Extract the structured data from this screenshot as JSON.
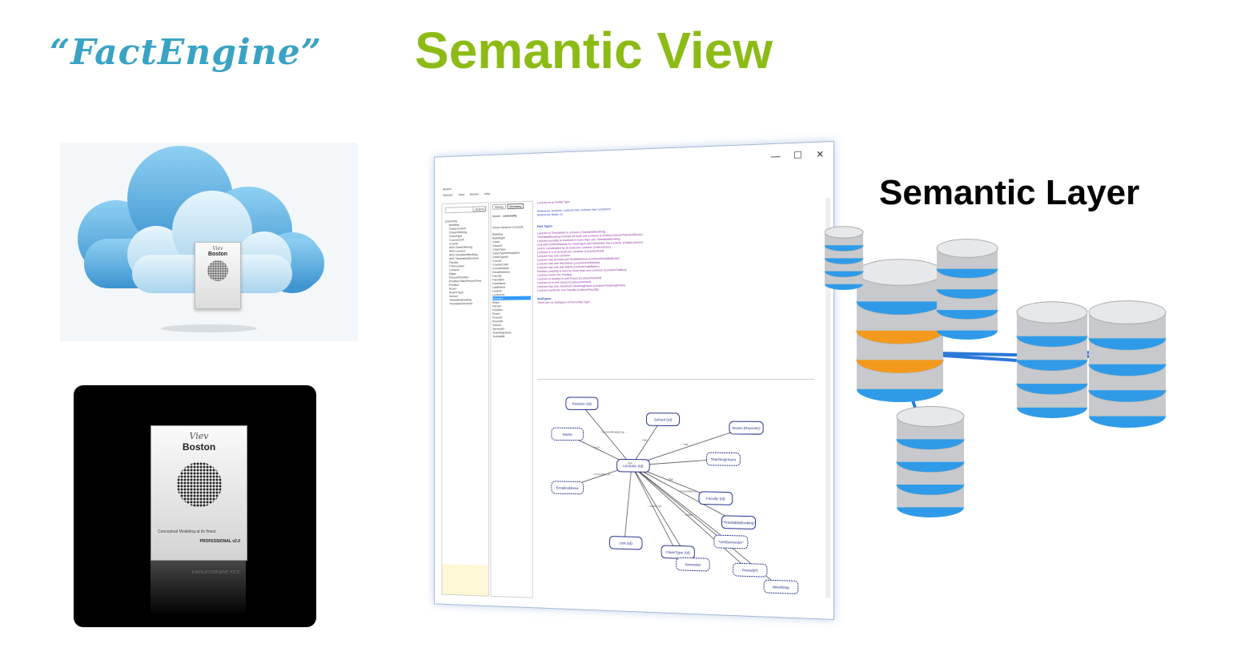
{
  "header": {
    "logo_text": "“FactEngine”",
    "title": "Semantic View",
    "semantic_layer": "Semantic Layer"
  },
  "product": {
    "brand": "Viev",
    "name": "Boston",
    "tagline": "Conceptual Modeling at its finest",
    "edition": "PROFESSIONAL v2.0"
  },
  "app_window": {
    "title": "Boston",
    "menu": [
      "Session",
      "View",
      "Boston",
      "Help"
    ],
    "tabs": [
      "Startup",
      "Glossary"
    ],
    "model_label": "Model",
    "model_value": "University",
    "search_button": "Search",
    "show_general_concepts": "Show General Concepts",
    "tree_root": "University",
    "tree_items": [
      "Building",
      "Class/Lecture",
      "Class/Offering",
      "ClassType",
      "Course/Unit",
      "Course",
      "IRIS ClassOffering",
      "IRIS Lecturer",
      "IRIS TimetableBooking",
      "IRIS TimetableStructure",
      "Faculty",
      "FTE/Lecture",
      "Lecturer",
      "Major",
      "Person/Position",
      "Position/Title/Person/Time",
      "Position",
      "Room",
      "Room/Type",
      "School",
      "TimetableBooking",
      "TimetableStructure"
    ],
    "glossary_items": [
      "Building",
      "BuildingId",
      "Class",
      "ClassId",
      "ClassType",
      "ClassTypeDescription",
      "ClassTypeId",
      "Course",
      "CourseCode",
      "CourseName",
      "EmailAddress",
      "Faculty",
      "FacultyId",
      "FirstName",
      "LastName",
      "Lecture",
      "LectureId",
      "Lecturer",
      "Major",
      "Person",
      "Position",
      "Room",
      "RoomId",
      "RoomNr",
      "School",
      "Semester",
      "TeachingHours",
      "Timetable"
    ],
    "selected_item": "Lecturer",
    "glossary_text": {
      "heading": "Lecturer is an Entity Type.",
      "ref_scheme": "Reference Scheme: Lecturer has Lecturer has LecturerId",
      "ref_mode": "Reference Mode: Id",
      "fact_types_label": "Fact Types:",
      "fact_types": [
        "Lecturer is Timetabled in a Room (TimetableBooking)",
        "TimetableBooking involves at most one Lecturer (LecturerLecturerTimeSlotRoom)",
        "Lecturer possibly is involved in more than one TimetableBooking",
        "Unit with Unit/Instances for ClassType and Semester has Lecturer (ClassLecturer)",
        "Unit is coordinated by at most one Lecturer (UnitLecturer)",
        "Lecturer is a of at most one Lecturer (LecturerHead)",
        "Lecturer has one Lecturer",
        "Lecturer has at most one EmailAddress (LecturerEmailAddress)",
        "Lecturer has one first-Name (LecturerFirstName)",
        "Lecturer has one last-Name (LecturerLastName)",
        "Position possibly is held by more than one Lecturer (LecturerPosition)",
        "Lecturer holds one Position",
        "Lecturer is located in one Room (LecturerRoomId)",
        "Lecturer is in one School (LecturerSchool)",
        "Lecturer has one maximum-TeachingHours (LecturerTeachingHours)",
        "Lecturer works for one Faculty (LecturerFaculty)"
      ],
      "subtypes_label": "SubTypes:",
      "subtypes_text": "There are no Subtypes of the Entity Type."
    },
    "diagram_nodes": [
      "Position (Id)",
      "Name",
      "School (Id)",
      "Room (RoomNr)",
      "Lecturer (Id)",
      "EmailAddress",
      "TeachingHours",
      "Faculty (Id)",
      "Unit (Id)",
      "ClassType (Id)",
      "Semester",
      "Period(#)",
      "WeekDay",
      "\"TimetableBooking\"",
      "\"UnitSemester\""
    ],
    "diagram_roles": [
      "... is in ...",
      "... has ...",
      "... is located in ...",
      "... has ...",
      "... works for ...",
      "... holds ...",
      "... is involved in ...",
      "... is coordinated by ...",
      "... has ...",
      "... has ..."
    ]
  },
  "colors": {
    "logo": "#3aa3c4",
    "title_green": "#8dbb16",
    "cloud_blue": "#58aedd",
    "db_silver": "#c7c9cc",
    "db_blue_ring": "#2f9be8",
    "db_orange_ring": "#f39a1c",
    "link_blue": "#2b79d8"
  },
  "icons": [
    "cloud-icon",
    "database-icon",
    "window-minimize-icon",
    "window-maximize-icon",
    "window-close-icon"
  ]
}
